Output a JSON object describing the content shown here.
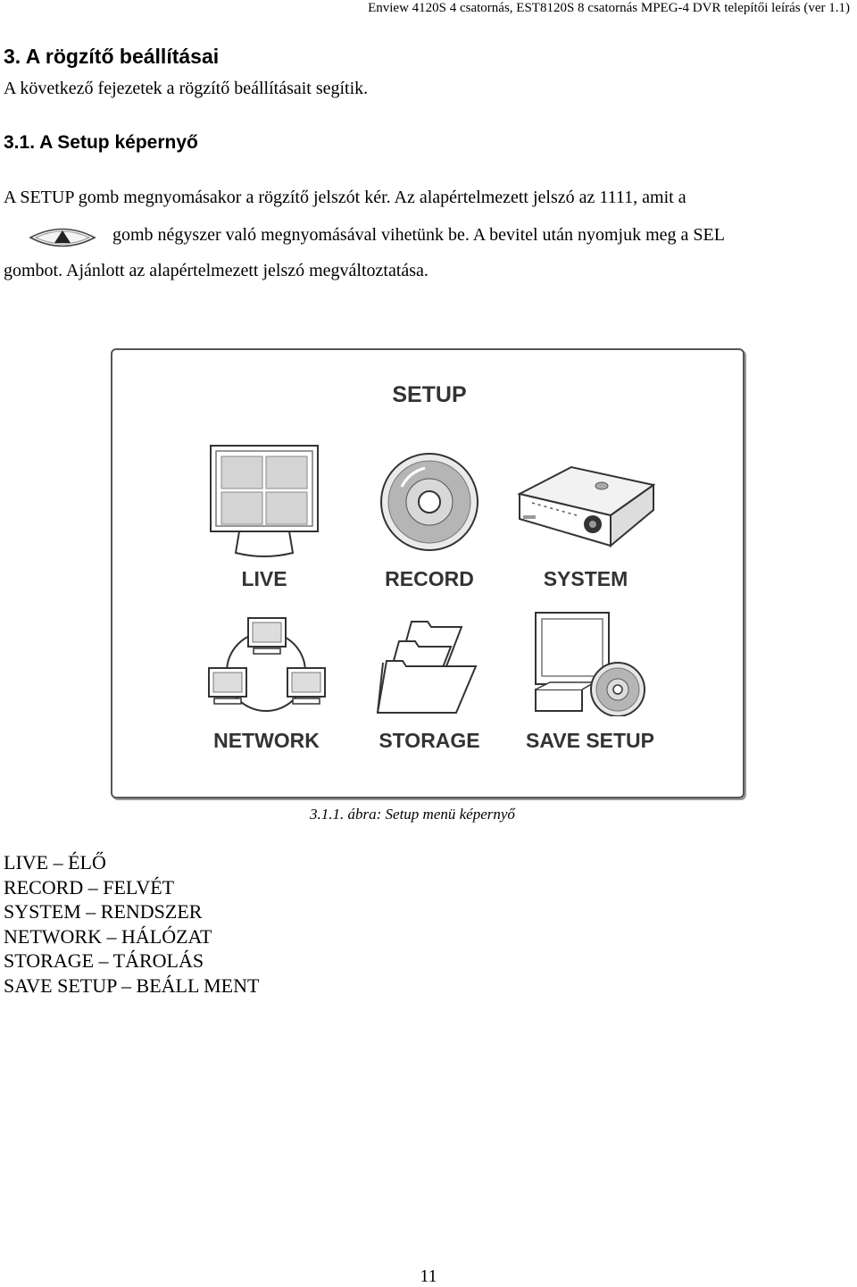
{
  "header": "Enview 4120S 4 csatornás, EST8120S 8 csatornás MPEG-4 DVR telepítői leírás (ver 1.1)",
  "section_title": "3. A rögzítő beállításai",
  "section_intro": "A következő fejezetek a rögzítő beállításait segítik.",
  "subsection_title": "3.1. A Setup képernyő",
  "paragraph": {
    "line1": "A SETUP gomb megnyomásakor a rögzítő jelszót kér. Az alapértelmezett jelszó az 1111, amit a",
    "line2": "gomb négyszer való megnyomásával vihetünk be. A bevitel után nyomjuk meg a SEL",
    "line3": "gombot. Ajánlott az alapértelmezett jelszó megváltoztatása.",
    "button_icon": "up-arrow-button-icon"
  },
  "figure": {
    "title": "SETUP",
    "items": [
      {
        "label": "LIVE",
        "icon": "monitor-quad-icon"
      },
      {
        "label": "RECORD",
        "icon": "disc-icon"
      },
      {
        "label": "SYSTEM",
        "icon": "dvr-box-icon"
      },
      {
        "label": "NETWORK",
        "icon": "network-icon"
      },
      {
        "label": "STORAGE",
        "icon": "folders-icon"
      },
      {
        "label": "SAVE SETUP",
        "icon": "computer-disc-icon"
      }
    ],
    "caption": "3.1.1. ábra: Setup menü képernyő"
  },
  "legend": [
    "LIVE – ÉLŐ",
    "RECORD – FELVÉT",
    "SYSTEM – RENDSZER",
    "NETWORK – HÁLÓZAT",
    "STORAGE – TÁROLÁS",
    "SAVE SETUP – BEÁLL MENT"
  ],
  "page_number": "11"
}
